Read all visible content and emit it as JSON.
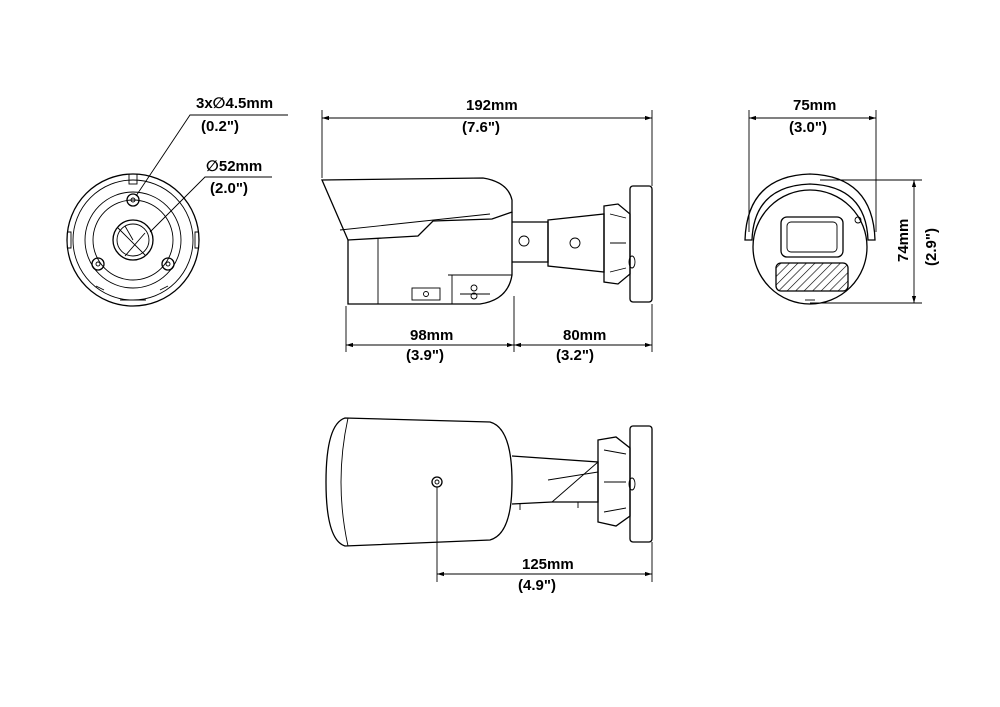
{
  "dimensions": {
    "hole": {
      "mm": "3x∅4.5mm",
      "inch": "(0.2\")"
    },
    "base_dia": {
      "mm": "∅52mm",
      "inch": "(2.0\")"
    },
    "length": {
      "mm": "192mm",
      "inch": "(7.6\")"
    },
    "body_len": {
      "mm": "98mm",
      "inch": "(3.9\")"
    },
    "mount_len": {
      "mm": "80mm",
      "inch": "(3.2\")"
    },
    "width": {
      "mm": "75mm",
      "inch": "(3.0\")"
    },
    "height": {
      "mm": "74mm",
      "inch": "(2.9\")"
    },
    "top_len": {
      "mm": "125mm",
      "inch": "(4.9\")"
    }
  }
}
